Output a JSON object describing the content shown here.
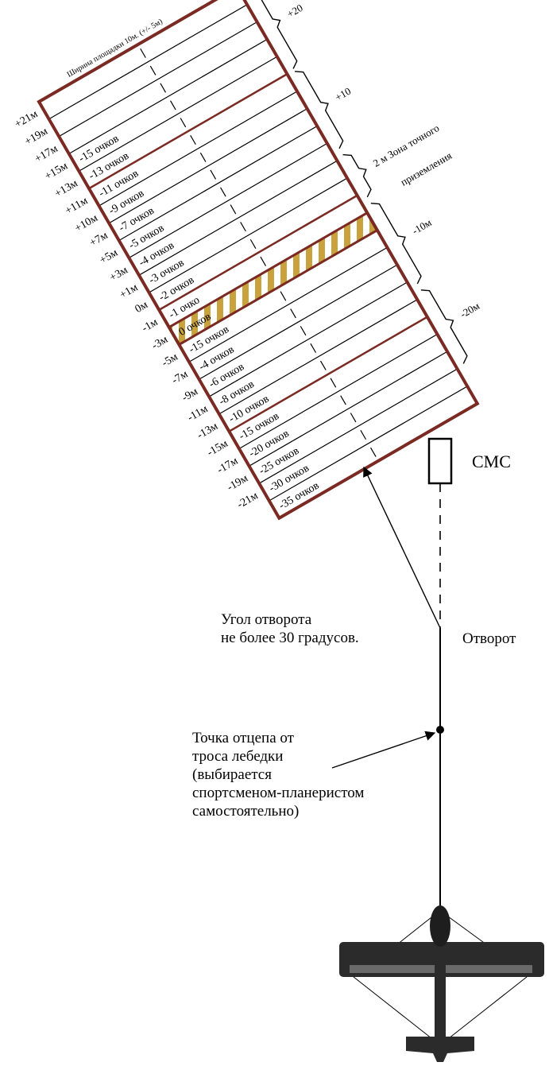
{
  "landing_field": {
    "title": "Ширина площадки 10м. (+/- 5м)",
    "distance_labels": [
      "+21м",
      "+19м",
      "+17м",
      "+15м",
      "+13м",
      "+11м",
      "+10м",
      "+7м",
      "+5м",
      "+3м",
      "+1м",
      "0м",
      "-1м",
      "-3м",
      "-5м",
      "-7м",
      "-9м",
      "-11м",
      "-13м",
      "-15м",
      "-17м",
      "-19м",
      "-21м"
    ],
    "strips": [
      {
        "label": "",
        "zone": "plain"
      },
      {
        "label": "",
        "zone": "plain"
      },
      {
        "label": "",
        "zone": "plain"
      },
      {
        "label": "-15   очков",
        "zone": "plain"
      },
      {
        "label": "-13   очков",
        "zone": "plain"
      },
      {
        "label": "-11   очков",
        "zone": "plain"
      },
      {
        "label": "-9   очков",
        "zone": "plain"
      },
      {
        "label": "-7   очков",
        "zone": "plain"
      },
      {
        "label": "-5   очков",
        "zone": "plain"
      },
      {
        "label": "-4   очков",
        "zone": "plain"
      },
      {
        "label": "-3   очков",
        "zone": "plain"
      },
      {
        "label": "-2   очков",
        "zone": "plain"
      },
      {
        "label": "-1   очко",
        "zone": "plain"
      },
      {
        "label": "0 очков",
        "zone": "precision"
      },
      {
        "label": "-15   очков",
        "zone": "plain"
      },
      {
        "label": "-4   очков",
        "zone": "plain"
      },
      {
        "label": "-6   очков",
        "zone": "plain"
      },
      {
        "label": "-8   очков",
        "zone": "plain"
      },
      {
        "label": "-10   очков",
        "zone": "plain"
      },
      {
        "label": "-15   очков",
        "zone": "plain"
      },
      {
        "label": "-20   очков",
        "zone": "plain"
      },
      {
        "label": "-25   очков",
        "zone": "plain"
      },
      {
        "label": "-30   очков",
        "zone": "plain"
      },
      {
        "label": "-35   очков",
        "zone": "plain"
      }
    ],
    "braces": [
      {
        "label": "+20"
      },
      {
        "label": "+10"
      },
      {
        "label": "2 м Зона точного",
        "label2": "приземления"
      },
      {
        "label": "-10м"
      },
      {
        "label": "-20м"
      }
    ]
  },
  "cmc_label": "СМС",
  "turn_angle_note": [
    "Угол отворота",
    "не более 30 градусов."
  ],
  "turn_label": "Отворот",
  "release_point_note": [
    "Точка отцепа от",
    "троса лебедки",
    "(выбирается",
    "спортсменом-планеристом",
    "самостоятельно)"
  ],
  "colors": {
    "field_border": "#7a2a22",
    "precision_zone": "#c8a23c",
    "ink": "#000000",
    "aircraft": "#2b2b2b"
  },
  "icons": {
    "aircraft": "glider-icon",
    "cmc": "rectangle-marker-icon"
  }
}
